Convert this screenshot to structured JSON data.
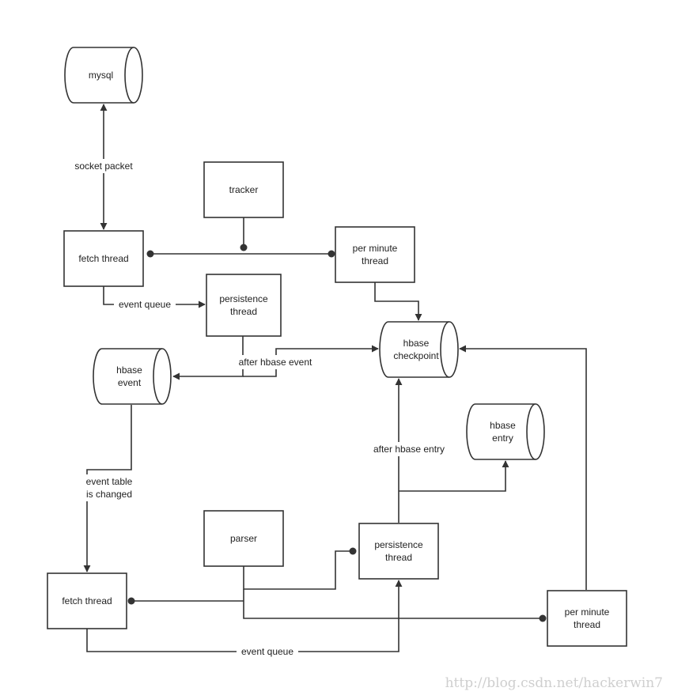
{
  "nodes": {
    "mysql": [
      "mysql"
    ],
    "fetch_thread_top": [
      "fetch thread"
    ],
    "tracker": [
      "tracker"
    ],
    "per_minute_top": [
      "per minute",
      "thread"
    ],
    "persistence_top": [
      "persistence",
      "thread"
    ],
    "hbase_checkpoint": [
      "hbase",
      "checkpoint"
    ],
    "hbase_event": [
      "hbase",
      "event"
    ],
    "hbase_entry": [
      "hbase",
      "entry"
    ],
    "parser": [
      "parser"
    ],
    "persistence_bottom": [
      "persistence",
      "thread"
    ],
    "fetch_thread_bottom": [
      "fetch thread"
    ],
    "per_minute_bottom": [
      "per minute",
      "thread"
    ]
  },
  "edge_labels": {
    "socket_packet": [
      "socket packet"
    ],
    "event_queue_top": [
      "event queue"
    ],
    "after_hbase_event": [
      "after hbase event"
    ],
    "event_table_changed": [
      "event table",
      "is changed"
    ],
    "after_hbase_entry": [
      "after hbase entry"
    ],
    "event_queue_bottom": [
      "event queue"
    ]
  },
  "watermark": "http://blog.csdn.net/hackerwin7"
}
